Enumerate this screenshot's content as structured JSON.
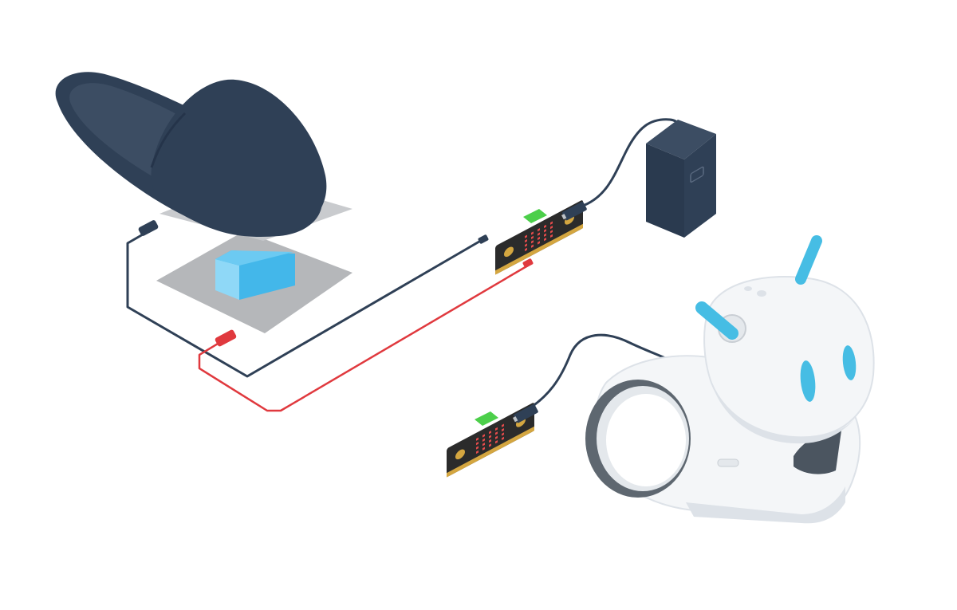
{
  "scene": {
    "description_items": [
      "slipper",
      "pressure-pad",
      "foam-spacer",
      "microbit-sender",
      "battery-pack",
      "microbit-receiver",
      "robot"
    ]
  },
  "colors": {
    "background": "#ffffff",
    "slipper": "#2f4056",
    "slipper_inner": "#3c4d63",
    "pad": "#b5b7ba",
    "foam": "#43b7ea",
    "foam_light": "#8fd8f7",
    "wire_dark": "#2f4056",
    "wire_red": "#e0393e",
    "board": "#2b2b2b",
    "board_gold": "#d4a640",
    "led_green": "#4ccf4a",
    "battery": "#2f4056",
    "robot_body": "#f4f6f8",
    "robot_shade": "#dde2e8",
    "robot_wheel": "#5e6770",
    "robot_accent": "#46bde4"
  },
  "icons": {
    "battery": "battery-pack-icon",
    "robot": "robot-icon",
    "board": "microbit-board-icon",
    "slipper": "slipper-icon"
  }
}
